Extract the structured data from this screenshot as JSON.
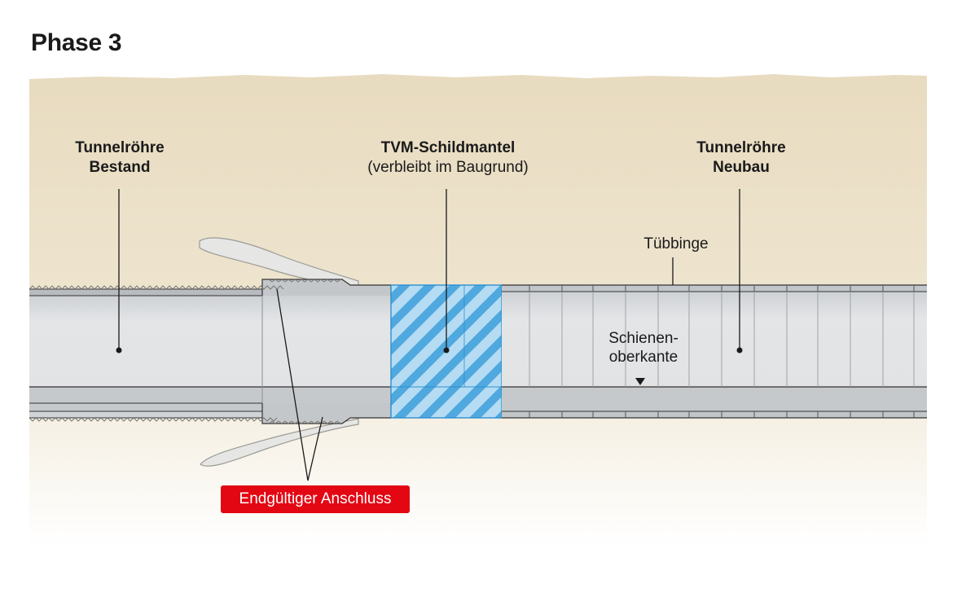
{
  "title": "Phase 3",
  "labels": {
    "bestand": {
      "line1": "Tunnelröhre",
      "line2": "Bestand"
    },
    "tvm": {
      "line1": "TVM-Schildmantel",
      "line2": "(verbleibt im Baugrund)"
    },
    "neubau": {
      "line1": "Tunnelröhre",
      "line2": "Neubau"
    },
    "tuebbinge": "Tübbinge",
    "schienenoberkante": {
      "line1": "Schienen-",
      "line2": "oberkante"
    },
    "anschluss": "Endgültiger Anschluss"
  },
  "colors": {
    "ground_top": "#e9dcc0",
    "ground_bottom": "#fbf6ec",
    "tube_light": "#e4e6e8",
    "tube_mid": "#cfd2d5",
    "tube_dark": "#b9bcc0",
    "shield_blue": "#5aaee0",
    "accent_red": "#e30613"
  }
}
